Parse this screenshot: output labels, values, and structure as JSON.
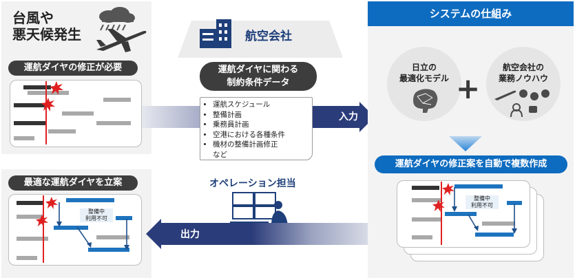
{
  "left_top": {
    "title_line1": "台風や",
    "title_line2": "悪天候発生",
    "pill": "運航ダイヤの修正が必要"
  },
  "left_bottom": {
    "pill": "最適な運航ダイヤを立案",
    "maintenance_line1": "整備中",
    "maintenance_line2": "利用不可"
  },
  "center": {
    "airline_title": "航空会社",
    "constraint_line1": "運航ダイヤに関わる",
    "constraint_line2": "制約条件データ",
    "doc_items": [
      "運航スケジュール",
      "整備計画",
      "乗務員計画",
      "空港における各種条件",
      "機材の整備計画修正"
    ],
    "doc_etc": "など",
    "input_label": "入力",
    "operations_title": "オペレーション担当",
    "output_label": "出力"
  },
  "right": {
    "header": "システムの仕組み",
    "model_line1": "日立の",
    "model_line2": "最適化モデル",
    "plus": "+",
    "knowhow_line1": "航空会社の",
    "knowhow_line2": "業務ノウハウ",
    "result_pill": "運航ダイヤの修正案を自動で複数作成",
    "maintenance_line1": "整備中",
    "maintenance_line2": "利用不可"
  },
  "colors": {
    "brand_blue": "#0e6cc0",
    "dark_pill": "#3d3d3d",
    "arrow_navy": "#2b3c7a",
    "alert_red": "#e02020"
  }
}
